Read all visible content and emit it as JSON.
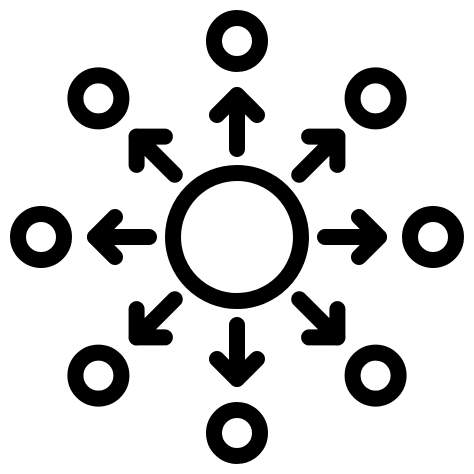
{
  "icon": {
    "name": "distribution-network-icon",
    "color": "#000000",
    "background": "#ffffff",
    "spoke_count": 8,
    "spokes": [
      {
        "direction": "up"
      },
      {
        "direction": "up-right"
      },
      {
        "direction": "right"
      },
      {
        "direction": "down-right"
      },
      {
        "direction": "down"
      },
      {
        "direction": "down-left"
      },
      {
        "direction": "left"
      },
      {
        "direction": "up-left"
      }
    ]
  }
}
